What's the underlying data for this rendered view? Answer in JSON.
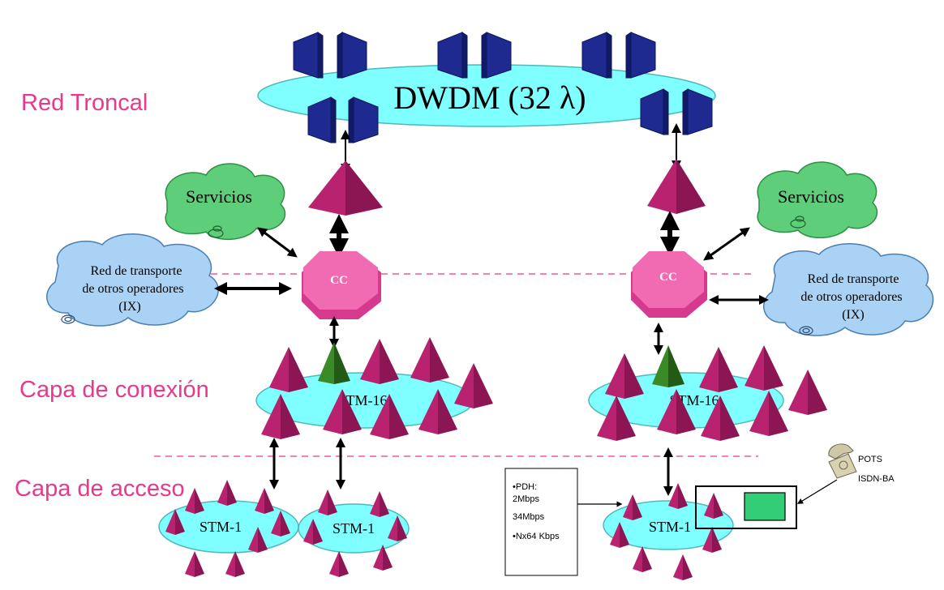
{
  "layers": {
    "backbone": "Red Troncal",
    "connection": "Capa de conexión",
    "access": "Capa de acceso"
  },
  "dwdm": {
    "label": "DWDM (32 λ)"
  },
  "core_node": {
    "label": "CC"
  },
  "services": {
    "label": "Servicios"
  },
  "other_operators": {
    "line1": "Red de transporte",
    "line2": "de otros operadores",
    "line3": "(IX)"
  },
  "rings": {
    "stm16": "STM-16",
    "stm1": "STM-1"
  },
  "pdh_box": {
    "line1": "•PDH:",
    "line2": "2Mbps",
    "line3": "34Mbps",
    "line4": "•Nx64 Kbps"
  },
  "phone": {
    "pots": "POTS",
    "isdn": "ISDN-BA"
  },
  "colors": {
    "ring": "#7fffff",
    "node": "#b8226f",
    "gateway": "#2d6b1e",
    "cloud_green": "#5fce7a",
    "cloud_blue": "#a9d2f5",
    "cc": "#f06bb2",
    "dwdm_block": "#1e2a8f",
    "label_pink": "#e8398a",
    "terminal": "#33cc77"
  }
}
